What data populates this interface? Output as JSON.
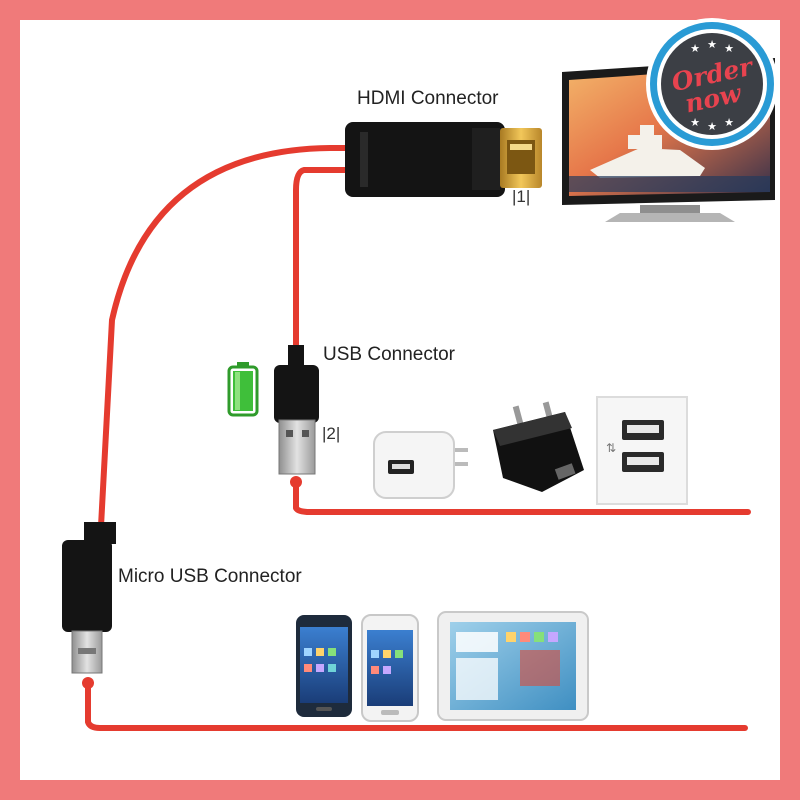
{
  "badge": {
    "line1": "Order",
    "line2": "now"
  },
  "connectors": {
    "hdmi": {
      "label": "HDMI Connector",
      "port": "|1|"
    },
    "usb": {
      "label": "USB Connector",
      "port": "|2|"
    },
    "micro_usb": {
      "label": "Micro USB Connector"
    }
  },
  "devices": {
    "display": "tv",
    "power_sources": [
      "usb-wall-charger-white",
      "usb-wall-charger-black",
      "usb-wall-outlet"
    ],
    "mobile": [
      "smartphone-dark",
      "smartphone-white",
      "tablet"
    ]
  },
  "colors": {
    "border": "#f07a7a",
    "cable": "#e53b2f",
    "connector_body": "#141414",
    "hdmi_gold": "#d9a63a",
    "badge_ring": "#2a9bd5",
    "badge_fill": "#3c3f45",
    "badge_text": "#e8434f",
    "battery": "#3fbf3a"
  }
}
